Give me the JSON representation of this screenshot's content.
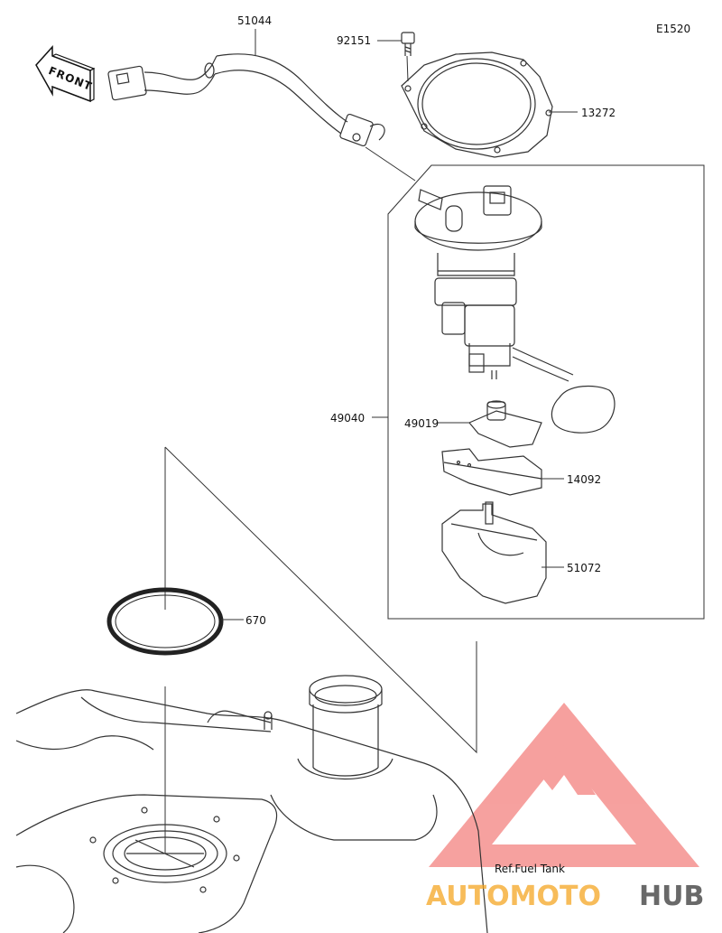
{
  "diagram_code": "E1520",
  "front_label": "FRONT",
  "part_labels": {
    "hose": "51044",
    "bolt": "92151",
    "gasket": "13272",
    "pump_assembly": "49040",
    "filter": "49019",
    "holder": "14092",
    "cover": "51072",
    "o_ring": "670"
  },
  "ref_note": "Ref.Fuel Tank",
  "watermark": {
    "part1": "AUTOMOTO",
    "part2": "HUB",
    "color_red": "#e53935",
    "color_orange": "#f5a623",
    "color_dark": "#444444"
  }
}
